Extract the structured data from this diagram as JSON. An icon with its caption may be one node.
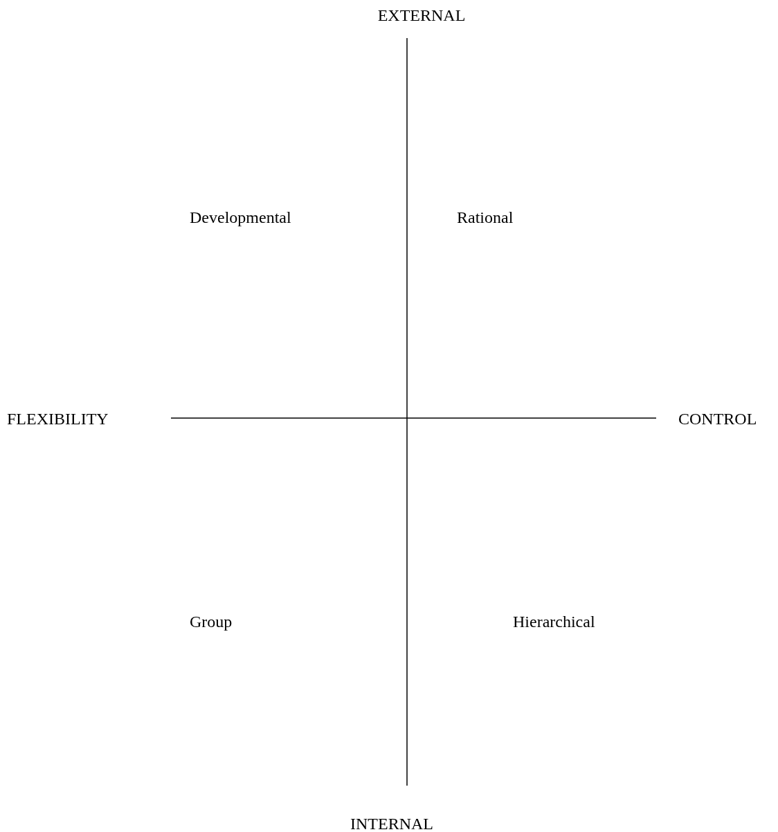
{
  "diagram": {
    "labels": [
      "EXTERNAL",
      "Developmental",
      "Rational",
      "FLEXIBILITY",
      "CONTROL",
      "Group",
      "Hierarchical",
      "INTERNAL"
    ]
  }
}
